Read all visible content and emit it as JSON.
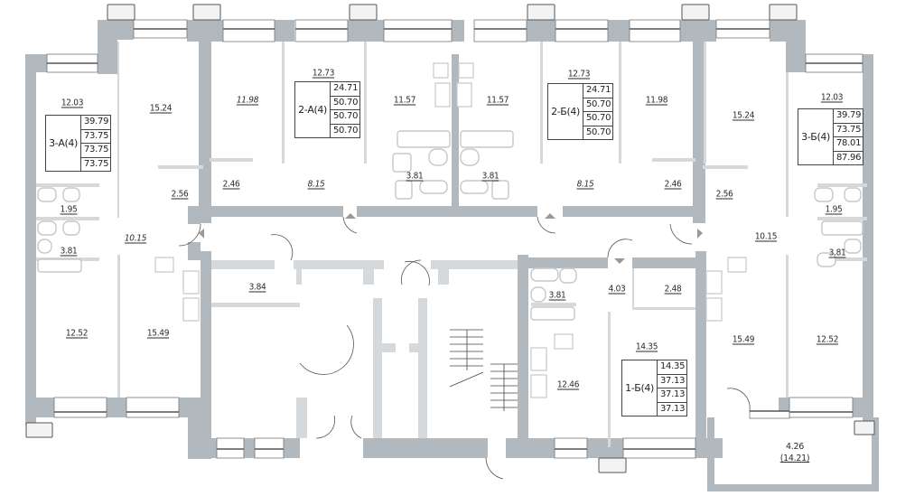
{
  "colors": {
    "wall": "#b2b9be",
    "partition": "#d6d9db",
    "fixture": "#c9cdd0",
    "line": "#555555",
    "background": "#ffffff",
    "text": "#2b2b2b"
  },
  "apartments": [
    {
      "code": "3-А(4)",
      "areas": [
        "39.79",
        "73.75",
        "73.75",
        "73.75"
      ]
    },
    {
      "code": "2-А(4)",
      "areas": [
        "24.71",
        "50.70",
        "50.70",
        "50.70"
      ]
    },
    {
      "code": "2-Б(4)",
      "areas": [
        "24.71",
        "50.70",
        "50.70",
        "50.70"
      ]
    },
    {
      "code": "3-Б(4)",
      "areas": [
        "39.79",
        "73.75",
        "78.01",
        "87.96"
      ]
    },
    {
      "code": "1-Б(4)",
      "areas": [
        "14.35",
        "37.13",
        "37.13",
        "37.13"
      ]
    }
  ],
  "rooms": {
    "a3_bedroom": "12.03",
    "a3_living": "15.24",
    "a3_storage": "2.56",
    "a3_wc": "1.95",
    "a3_bath": "3.81",
    "a3_hall": "10.15",
    "a3_bedroom2": "12.52",
    "a3_kitchen": "15.49",
    "a2_room1": "11.98",
    "a2_room2": "12.73",
    "a2_kitchen": "11.57",
    "a2_storage": "2.46",
    "a2_hall": "8.15",
    "a2_bath": "3.81",
    "b2_kitchen": "11.57",
    "b2_room2": "12.73",
    "b2_room1": "11.98",
    "b2_storage": "2.46",
    "b2_hall": "8.15",
    "b2_bath": "3.81",
    "b3_bedroom": "12.03",
    "b3_living": "15.24",
    "b3_storage": "2.56",
    "b3_wc": "1.95",
    "b3_bath": "3.81",
    "b3_hall": "10.15",
    "b3_kitchen": "15.49",
    "b3_bedroom2": "12.52",
    "b3_terrace": "4.26",
    "b3_terrace_full": "(14.21)",
    "common_storage": "3.84",
    "b1_bath": "3.81",
    "b1_hall": "4.03",
    "b1_storage": "2.48",
    "b1_room": "14.35",
    "b1_kitchen": "12.46"
  }
}
